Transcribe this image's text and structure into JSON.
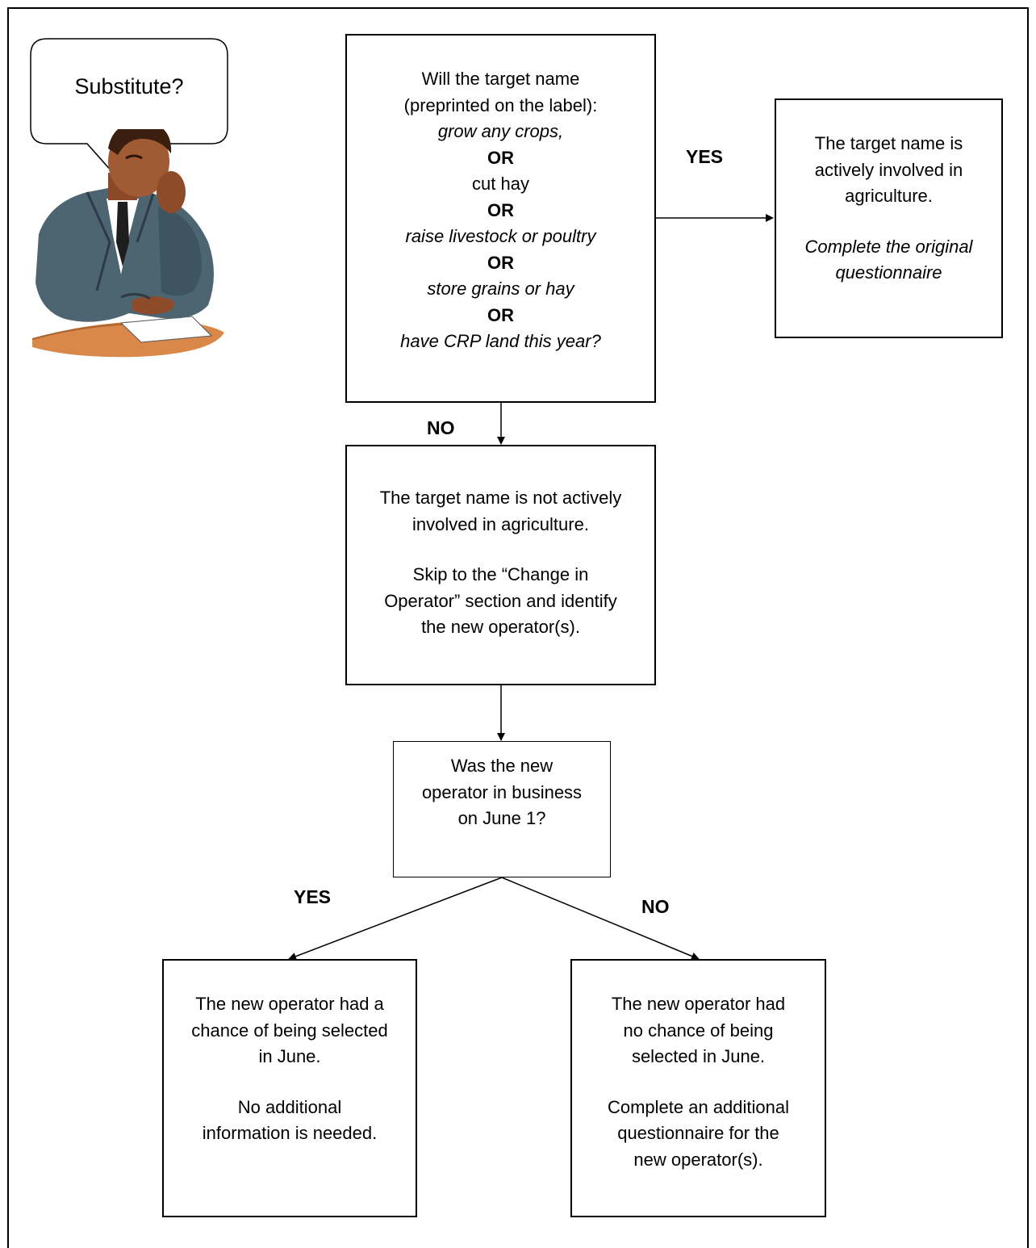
{
  "bubble": {
    "text": "Substitute?"
  },
  "question_box": {
    "lines": [
      {
        "text": "Will the target name",
        "style": "normal"
      },
      {
        "text": "(preprinted on the label):",
        "style": "normal"
      },
      {
        "text": "grow any crops,",
        "style": "italic"
      },
      {
        "text": "OR",
        "style": "bold"
      },
      {
        "text": "cut hay",
        "style": "normal"
      },
      {
        "text": "OR",
        "style": "bold"
      },
      {
        "text": "raise livestock or poultry",
        "style": "italic"
      },
      {
        "text": "OR",
        "style": "bold"
      },
      {
        "text": "store grains or hay",
        "style": "italic"
      },
      {
        "text": "OR",
        "style": "bold"
      },
      {
        "text": "have CRP land this year?",
        "style": "italic"
      }
    ]
  },
  "yes_box": {
    "line1": "The target name is",
    "line2": "actively involved in",
    "line3": "agriculture.",
    "instr1": "Complete the original",
    "instr2": "questionnaire"
  },
  "not_involved_box": {
    "line1": "The target name is not actively",
    "line2": "involved in agriculture.",
    "instr1": "Skip to the “Change in",
    "instr2": "Operator” section and identify",
    "instr3": "the new operator(s)."
  },
  "june_question_box": {
    "line1": "Was the new",
    "line2": "operator in business",
    "line3": "on June 1?"
  },
  "chance_box": {
    "line1": "The new operator had a",
    "line2": "chance of being selected",
    "line3": "in June.",
    "instr1": "No additional",
    "instr2": "information is needed."
  },
  "no_chance_box": {
    "line1": "The new operator had",
    "line2": "no chance of being",
    "line3": "selected in June.",
    "instr1": "Complete an additional",
    "instr2": "questionnaire for the",
    "instr3": "new operator(s)."
  },
  "labels": {
    "yes_top": "YES",
    "no_top": "NO",
    "yes_bottom": "YES",
    "no_bottom": "NO"
  }
}
